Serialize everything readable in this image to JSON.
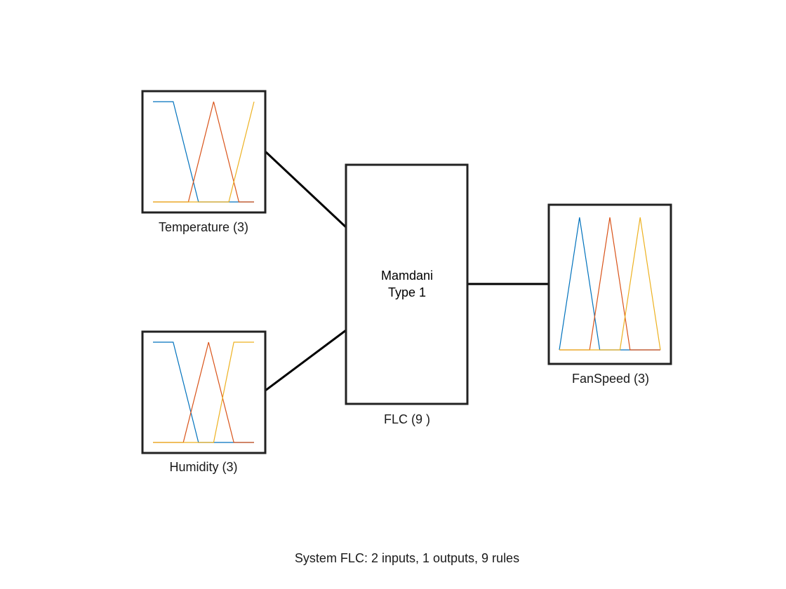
{
  "system": {
    "name": "FLC",
    "summary": "System FLC: 2 inputs, 1 outputs, 9 rules"
  },
  "engine": {
    "line1": "Mamdani",
    "line2": "Type 1",
    "label": "FLC (9 )"
  },
  "inputs": [
    {
      "label": "Temperature (3)",
      "mfs": [
        {
          "color": "#0072BD",
          "points": [
            [
              0,
              1
            ],
            [
              0.2,
              1
            ],
            [
              0.45,
              0
            ],
            [
              1,
              0
            ]
          ]
        },
        {
          "color": "#D95319",
          "points": [
            [
              0,
              0
            ],
            [
              0.35,
              0
            ],
            [
              0.6,
              1
            ],
            [
              0.85,
              0
            ],
            [
              1,
              0
            ]
          ]
        },
        {
          "color": "#EDB120",
          "points": [
            [
              0,
              0
            ],
            [
              0.75,
              0
            ],
            [
              1,
              1
            ]
          ]
        }
      ]
    },
    {
      "label": "Humidity (3)",
      "mfs": [
        {
          "color": "#0072BD",
          "points": [
            [
              0,
              1
            ],
            [
              0.2,
              1
            ],
            [
              0.45,
              0
            ],
            [
              1,
              0
            ]
          ]
        },
        {
          "color": "#D95319",
          "points": [
            [
              0,
              0
            ],
            [
              0.3,
              0
            ],
            [
              0.55,
              1
            ],
            [
              0.8,
              0
            ],
            [
              1,
              0
            ]
          ]
        },
        {
          "color": "#EDB120",
          "points": [
            [
              0,
              0
            ],
            [
              0.6,
              0
            ],
            [
              0.8,
              1
            ],
            [
              1,
              1
            ]
          ]
        }
      ]
    }
  ],
  "outputs": [
    {
      "label": "FanSpeed (3)",
      "mfs": [
        {
          "color": "#0072BD",
          "points": [
            [
              0,
              0
            ],
            [
              0.2,
              1
            ],
            [
              0.4,
              0
            ],
            [
              1,
              0
            ]
          ]
        },
        {
          "color": "#D95319",
          "points": [
            [
              0,
              0
            ],
            [
              0.3,
              0
            ],
            [
              0.5,
              1
            ],
            [
              0.7,
              0
            ],
            [
              1,
              0
            ]
          ]
        },
        {
          "color": "#EDB120",
          "points": [
            [
              0,
              0
            ],
            [
              0.6,
              0
            ],
            [
              0.8,
              1
            ],
            [
              1,
              0
            ]
          ]
        }
      ]
    }
  ]
}
